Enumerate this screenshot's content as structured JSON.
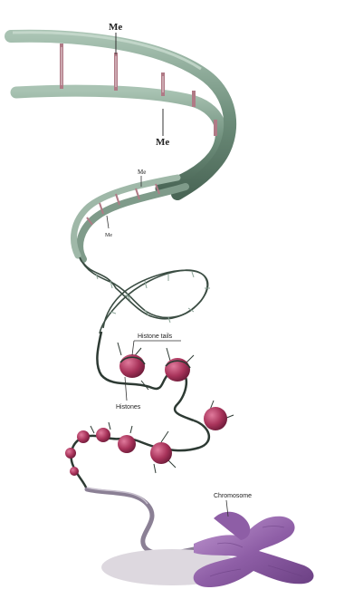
{
  "labels": {
    "me_top": "Me",
    "me_right": "Me",
    "me_mid": "Me",
    "me_small": "Me",
    "histone_tails": "Histone tails",
    "histones": "Histones",
    "chromosome": "Chromosome"
  },
  "colors": {
    "backbone_dark": "#5d7a6a",
    "backbone_light": "#9bb7a6",
    "rung": "#b07a86",
    "histone": "#a8335a",
    "histone_light": "#d76d8f",
    "chromosome": "#8e5ea6",
    "chromosome_light": "#b48ac6",
    "shadow": "#d9d4dc",
    "strand": "#3b4d43"
  }
}
